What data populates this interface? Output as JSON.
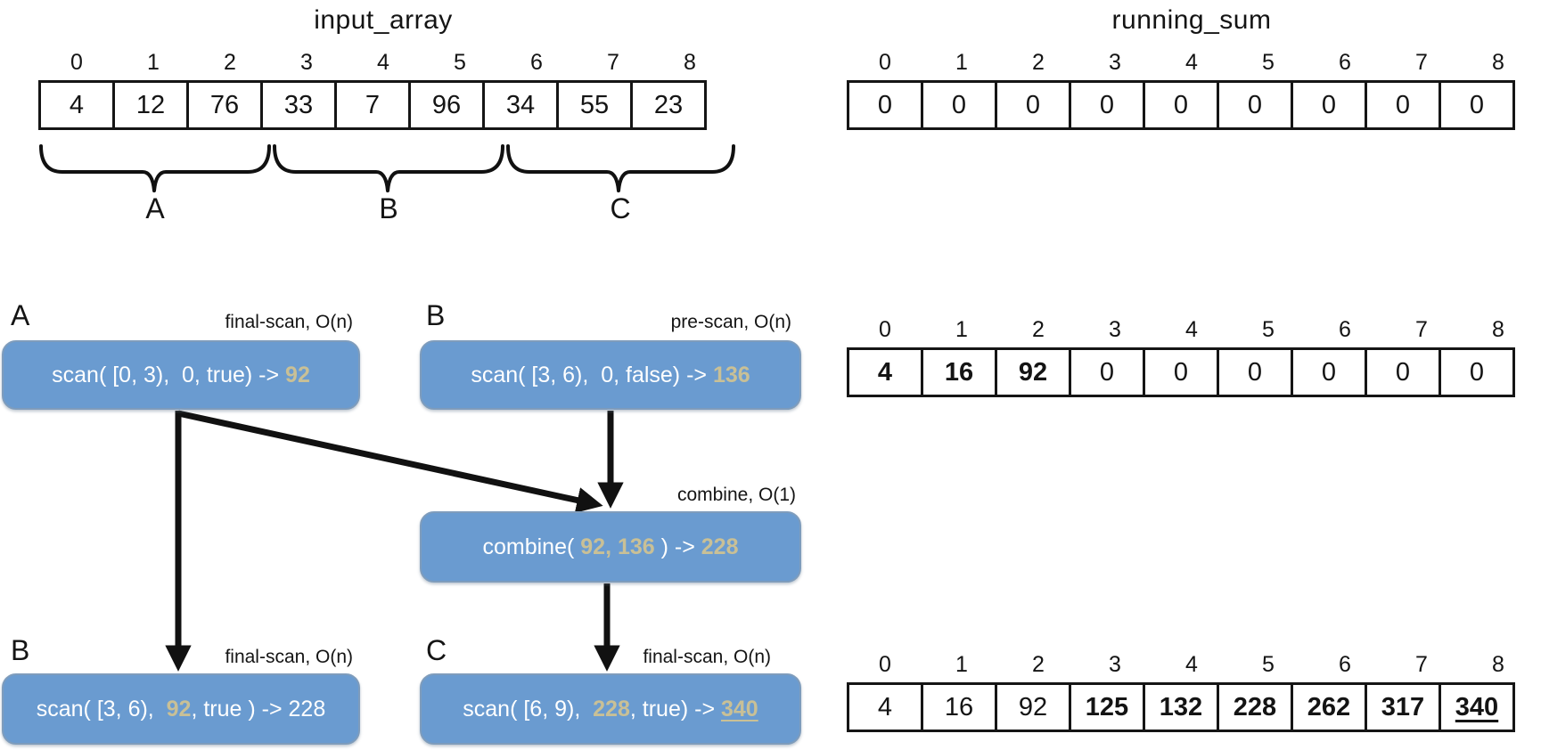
{
  "colors": {
    "node_fill": "#6a9bd0",
    "node_border": "#7e9cbc",
    "highlight": "#c9c096",
    "node_text": "#ffffff",
    "ink": "#141414"
  },
  "titles": {
    "input": "input_array",
    "running": "running_sum"
  },
  "arrays": {
    "input": {
      "indices": [
        "0",
        "1",
        "2",
        "3",
        "4",
        "5",
        "6",
        "7",
        "8"
      ],
      "values": [
        "4",
        "12",
        "76",
        "33",
        "7",
        "96",
        "34",
        "55",
        "23"
      ],
      "styles": [
        "n",
        "n",
        "n",
        "n",
        "n",
        "n",
        "n",
        "n",
        "n"
      ]
    },
    "sum_initial": {
      "indices": [
        "0",
        "1",
        "2",
        "3",
        "4",
        "5",
        "6",
        "7",
        "8"
      ],
      "values": [
        "0",
        "0",
        "0",
        "0",
        "0",
        "0",
        "0",
        "0",
        "0"
      ],
      "styles": [
        "n",
        "n",
        "n",
        "n",
        "n",
        "n",
        "n",
        "n",
        "n"
      ]
    },
    "sum_middle": {
      "indices": [
        "0",
        "1",
        "2",
        "3",
        "4",
        "5",
        "6",
        "7",
        "8"
      ],
      "values": [
        "4",
        "16",
        "92",
        "0",
        "0",
        "0",
        "0",
        "0",
        "0"
      ],
      "styles": [
        "b",
        "b",
        "b",
        "n",
        "n",
        "n",
        "n",
        "n",
        "n"
      ]
    },
    "sum_final": {
      "indices": [
        "0",
        "1",
        "2",
        "3",
        "4",
        "5",
        "6",
        "7",
        "8"
      ],
      "values": [
        "4",
        "16",
        "92",
        "125",
        "132",
        "228",
        "262",
        "317",
        "340"
      ],
      "styles": [
        "n",
        "n",
        "n",
        "b",
        "b",
        "b",
        "b",
        "b",
        "bu"
      ]
    }
  },
  "groups": {
    "a": "A",
    "b": "B",
    "c": "C"
  },
  "nodes": {
    "top_a": {
      "letter": "A",
      "tag": "final-scan, O(n)",
      "segments": [
        {
          "t": "scan( [0, 3),  0, true) -> "
        },
        {
          "t": "92",
          "hl": true
        }
      ]
    },
    "top_b": {
      "letter": "B",
      "tag": "pre-scan, O(n)",
      "segments": [
        {
          "t": "scan( [3, 6),  0, false) -> "
        },
        {
          "t": "136",
          "hl": true
        }
      ]
    },
    "combine": {
      "tag": "combine, O(1)",
      "segments": [
        {
          "t": "combine( "
        },
        {
          "t": "92, 136",
          "hl": true
        },
        {
          "t": " ) -> "
        },
        {
          "t": "228",
          "hl": true
        }
      ]
    },
    "bottom_b": {
      "letter": "B",
      "tag": "final-scan, O(n)",
      "segments": [
        {
          "t": "scan( [3, 6),  "
        },
        {
          "t": "92",
          "hl": true
        },
        {
          "t": ", true ) -> 228"
        }
      ]
    },
    "bottom_c": {
      "letter": "C",
      "tag": "final-scan, O(n)",
      "segments": [
        {
          "t": "scan( [6, 9),  "
        },
        {
          "t": "228",
          "hl": true
        },
        {
          "t": ", true) -> "
        },
        {
          "t": "340",
          "hl": true,
          "u": true
        }
      ]
    }
  }
}
